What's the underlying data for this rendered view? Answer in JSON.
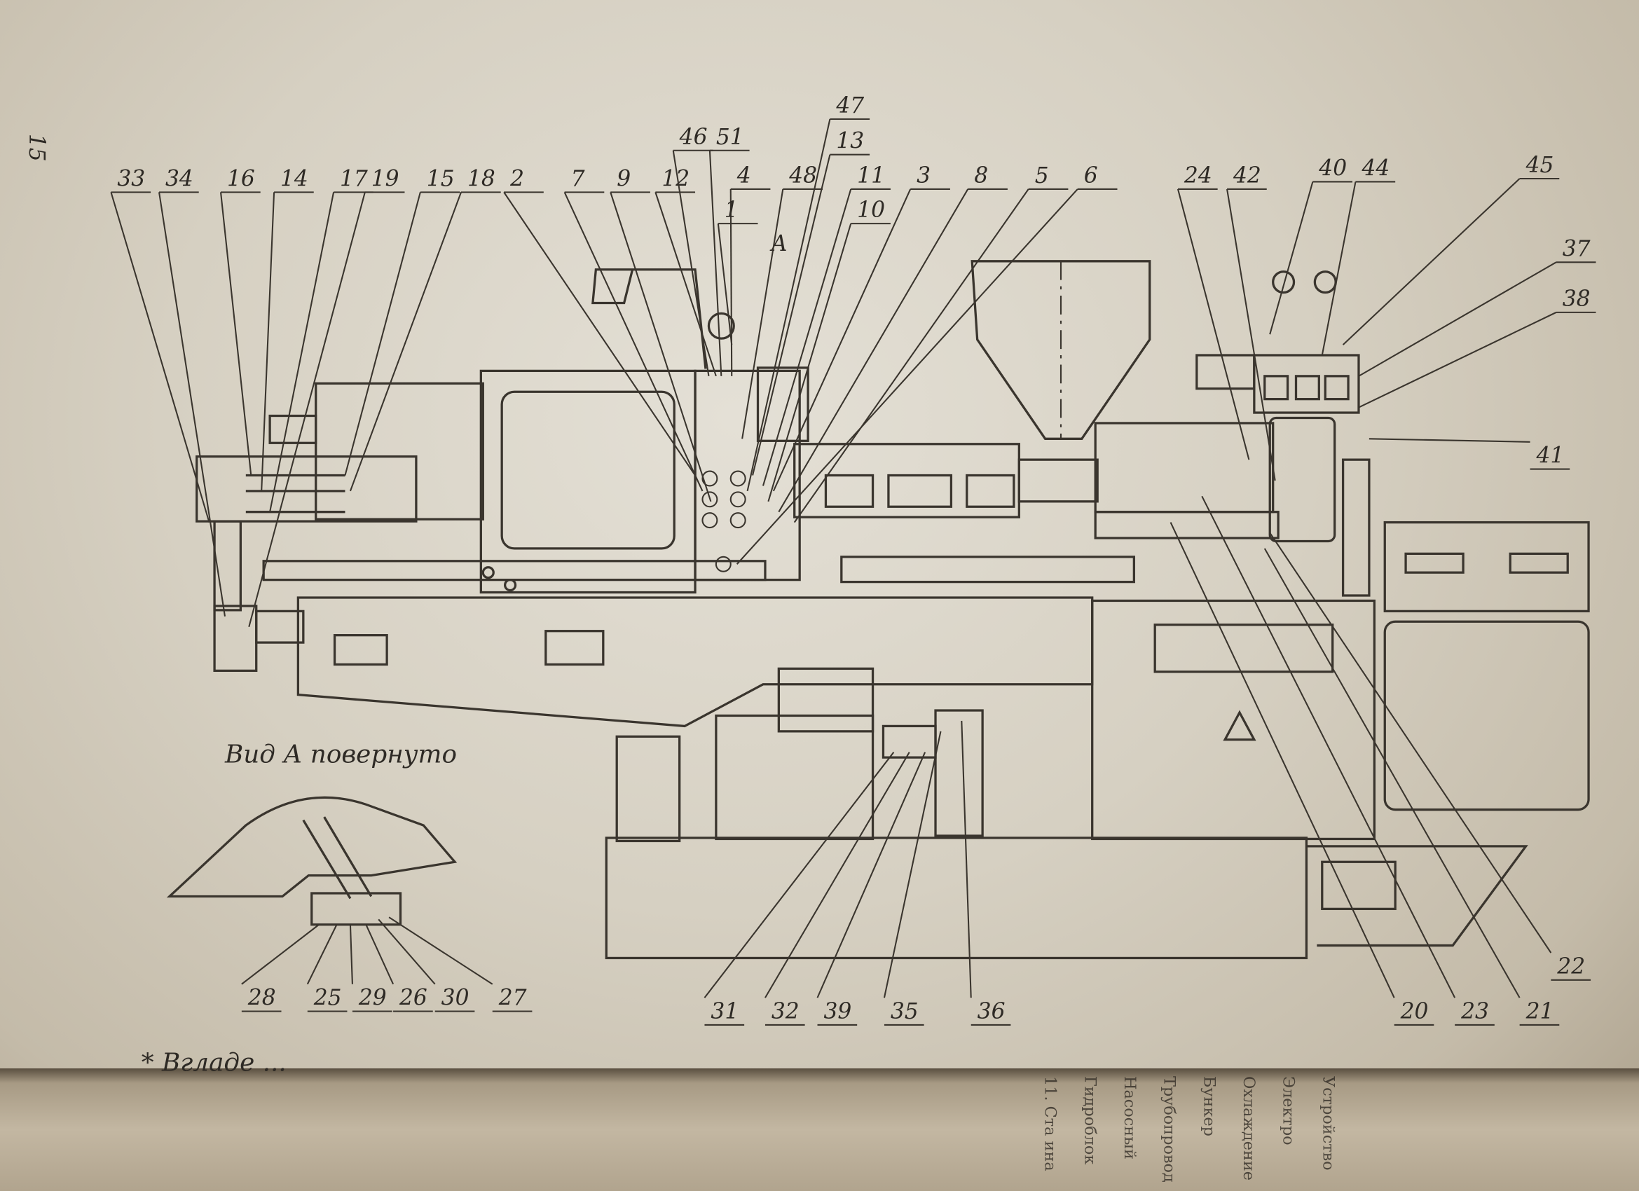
{
  "page_number": "15",
  "view_caption": "Вид А повернуто",
  "view_marker": "A",
  "footnote": "* Вгладе ...",
  "callouts_main": [
    "33",
    "34",
    "16",
    "14",
    "17",
    "19",
    "15",
    "18",
    "2",
    "7",
    "9",
    "12",
    "46",
    "51",
    "4",
    "1",
    "48",
    "47",
    "13",
    "11",
    "10",
    "3",
    "8",
    "5",
    "6",
    "24",
    "42",
    "40",
    "44",
    "45",
    "37",
    "38",
    "41",
    "22",
    "21",
    "23",
    "20",
    "31",
    "32",
    "39",
    "35",
    "36"
  ],
  "callouts_view": [
    "28",
    "25",
    "29",
    "26",
    "30",
    "27"
  ],
  "next_page_lines": [
    "11. Ста ина",
    "Гидроблок",
    "Насосный",
    "Трубопровод",
    "Бункер",
    "Охлаждение",
    "Электро",
    "Устройство"
  ],
  "colors": {
    "paper": "#d6d0c2",
    "ink": "#3a352e"
  }
}
